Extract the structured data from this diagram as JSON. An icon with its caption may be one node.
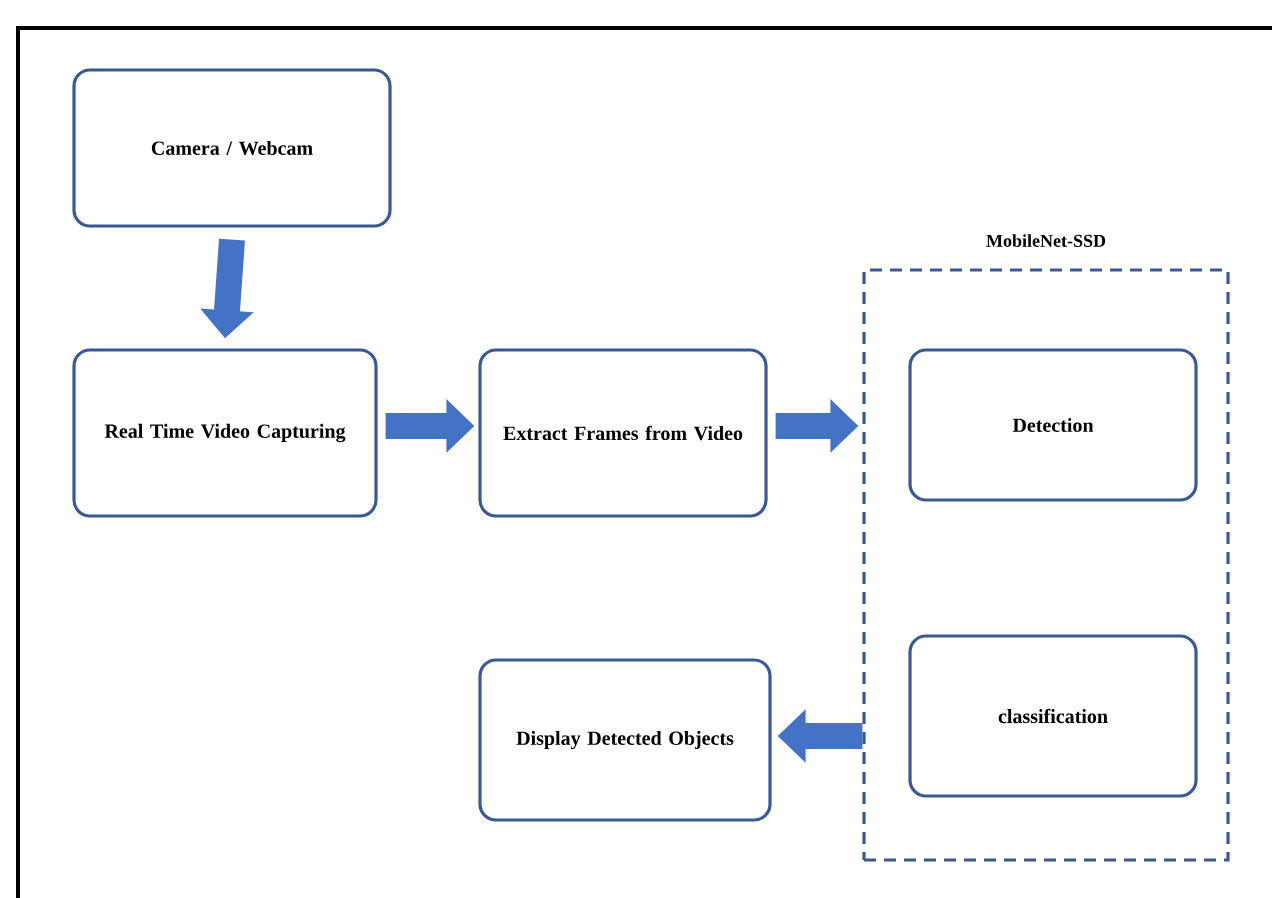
{
  "diagram": {
    "nodes": [
      {
        "text": [
          "Camera / Webcam"
        ]
      },
      {
        "text": [
          "Real Time Video Capturing"
        ]
      },
      {
        "text": [
          "Extract Frames from Video"
        ]
      },
      {
        "text": [
          "MobileNet-SSD"
        ]
      },
      {
        "text": [
          "Detection"
        ],
        "in": 3
      },
      {
        "text": [
          "classification"
        ],
        "in": 3
      },
      {
        "text": [
          "Display Detected Objects"
        ]
      }
    ],
    "edges": [
      {
        "from": 0,
        "to": 1,
        "arrow": "to"
      },
      {
        "from": 1,
        "to": 2,
        "arrow": "to"
      },
      {
        "from": 2,
        "to": 3,
        "arrow": "to"
      },
      {
        "from": 3,
        "to": 6,
        "arrow": "to"
      }
    ]
  }
}
